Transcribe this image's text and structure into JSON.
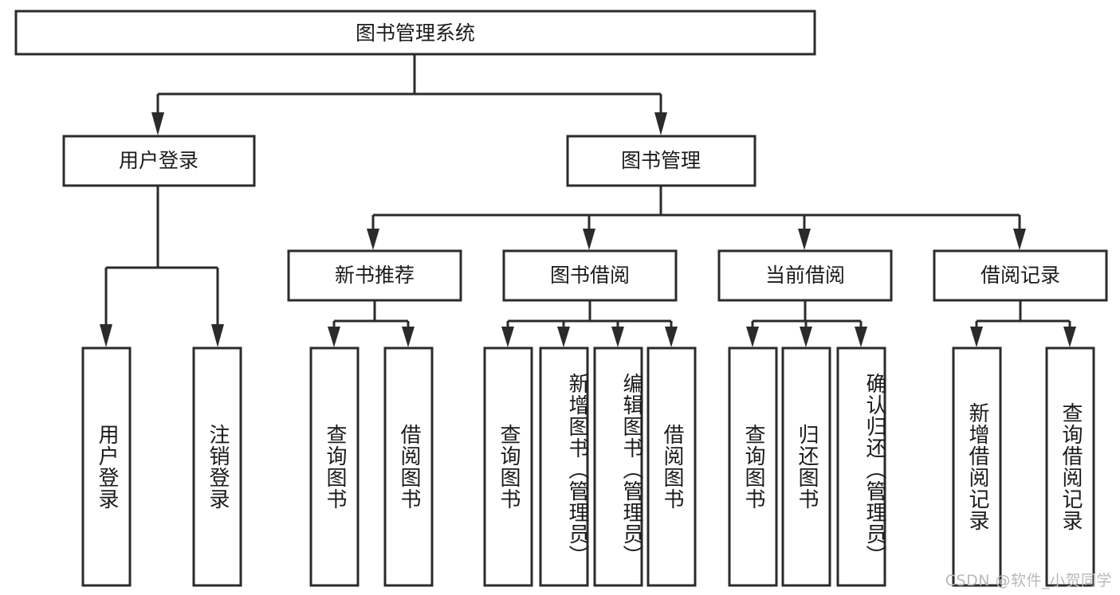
{
  "diagram": {
    "type": "tree-hierarchy-flowchart",
    "title": "图书管理系统",
    "watermark": "CSDN @软件_小贺同学",
    "colors": {
      "stroke": "#2b2b2b",
      "box_fill": "#ffffff",
      "text": "#1b1b1b",
      "background": "#ffffff",
      "watermark": "#b9b9b9"
    },
    "levels": {
      "root": {
        "label": "图书管理系统"
      },
      "level2": [
        {
          "id": "user-login",
          "label": "用户登录"
        },
        {
          "id": "book-management",
          "label": "图书管理"
        }
      ],
      "level3": [
        {
          "id": "new-book-recommend",
          "label": "新书推荐",
          "parent": "book-management"
        },
        {
          "id": "book-borrow",
          "label": "图书借阅",
          "parent": "book-management"
        },
        {
          "id": "current-borrow",
          "label": "当前借阅",
          "parent": "book-management"
        },
        {
          "id": "borrow-record",
          "label": "借阅记录",
          "parent": "book-management"
        }
      ],
      "leaves": [
        {
          "id": "leaf-user-login",
          "label": "用户登录",
          "parent": "user-login"
        },
        {
          "id": "leaf-logout-login",
          "label": "注销登录",
          "parent": "user-login"
        },
        {
          "id": "leaf-query-book-1",
          "label": "查询图书",
          "parent": "new-book-recommend"
        },
        {
          "id": "leaf-borrow-book-1",
          "label": "借阅图书",
          "parent": "new-book-recommend"
        },
        {
          "id": "leaf-query-book-2",
          "label": "查询图书",
          "parent": "book-borrow"
        },
        {
          "id": "leaf-add-book",
          "label": "新增图书（管理员）",
          "parent": "book-borrow"
        },
        {
          "id": "leaf-edit-book",
          "label": "编辑图书（管理员）",
          "parent": "book-borrow"
        },
        {
          "id": "leaf-borrow-book-2",
          "label": "借阅图书",
          "parent": "book-borrow"
        },
        {
          "id": "leaf-query-book-3",
          "label": "查询图书",
          "parent": "current-borrow"
        },
        {
          "id": "leaf-return-book",
          "label": "归还图书",
          "parent": "current-borrow"
        },
        {
          "id": "leaf-confirm-return",
          "label": "确认归还（管理员）",
          "parent": "current-borrow"
        },
        {
          "id": "leaf-add-record",
          "label": "新增借阅记录",
          "parent": "borrow-record"
        },
        {
          "id": "leaf-query-record",
          "label": "查询借阅记录",
          "parent": "borrow-record"
        }
      ]
    }
  }
}
